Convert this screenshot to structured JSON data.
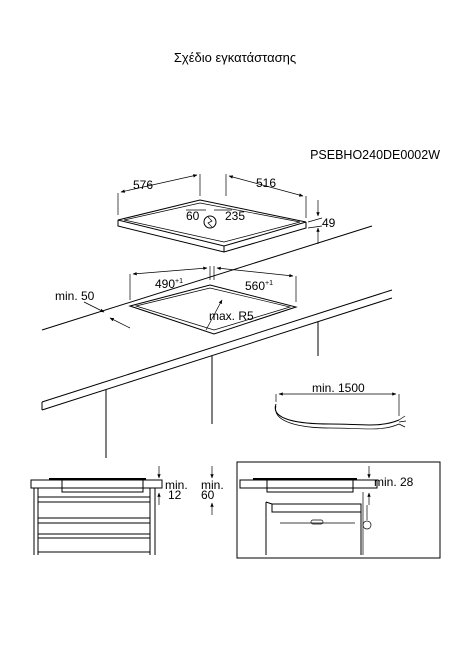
{
  "page": {
    "title": "Σχέδιο εγκατάστασης",
    "model": "PSEBHO240DE0002W"
  },
  "hob": {
    "width": "576",
    "depth": "516",
    "height": "49",
    "conn_left": "60",
    "conn_right": "235"
  },
  "cutout": {
    "width": "490",
    "width_tol": "+1",
    "depth": "560",
    "depth_tol": "+1",
    "radius": "max. R5",
    "front_clearance": "min. 50"
  },
  "cable": {
    "length": "min. 1500"
  },
  "clearance_left": {
    "min_label_a": "min.",
    "min_value_a": "12",
    "min_label_b": "min.",
    "min_value_b": "60"
  },
  "clearance_right": {
    "label": "min. 28"
  }
}
